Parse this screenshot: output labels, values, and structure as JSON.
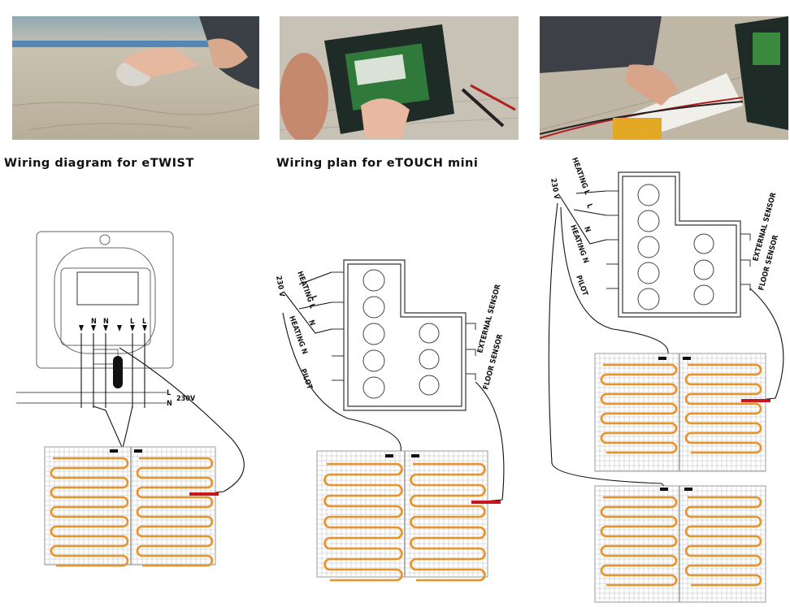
{
  "captions": {
    "etwist": "Wiring diagram for eTWIST",
    "etouch_mini": "Wiring plan for eTOUCH mini"
  },
  "etwist": {
    "terminal_labels": [
      "N",
      "N",
      "L",
      "L"
    ],
    "line_labels": [
      "L",
      "N"
    ],
    "voltage": "230V"
  },
  "etouch_mini": {
    "left_labels": [
      "HEATING L",
      "L",
      "N",
      "HEATING N",
      "PILOT"
    ],
    "voltage": "230 V",
    "right_labels": [
      "EXTERNAL SENSOR",
      "FLOOR SENSOR"
    ]
  },
  "etouch_dual": {
    "left_labels": [
      "HEATING L",
      "L",
      "N",
      "HEATING N",
      "PILOT"
    ],
    "voltage": "230 V",
    "right_labels": [
      "EXTERNAL SENSOR",
      "FLOOR SENSOR"
    ]
  },
  "colors": {
    "heating_cable": "#e8932a",
    "sensor_tip": "#c8161d",
    "mat_grid": "#9a9a9a",
    "wire": "#111111"
  }
}
